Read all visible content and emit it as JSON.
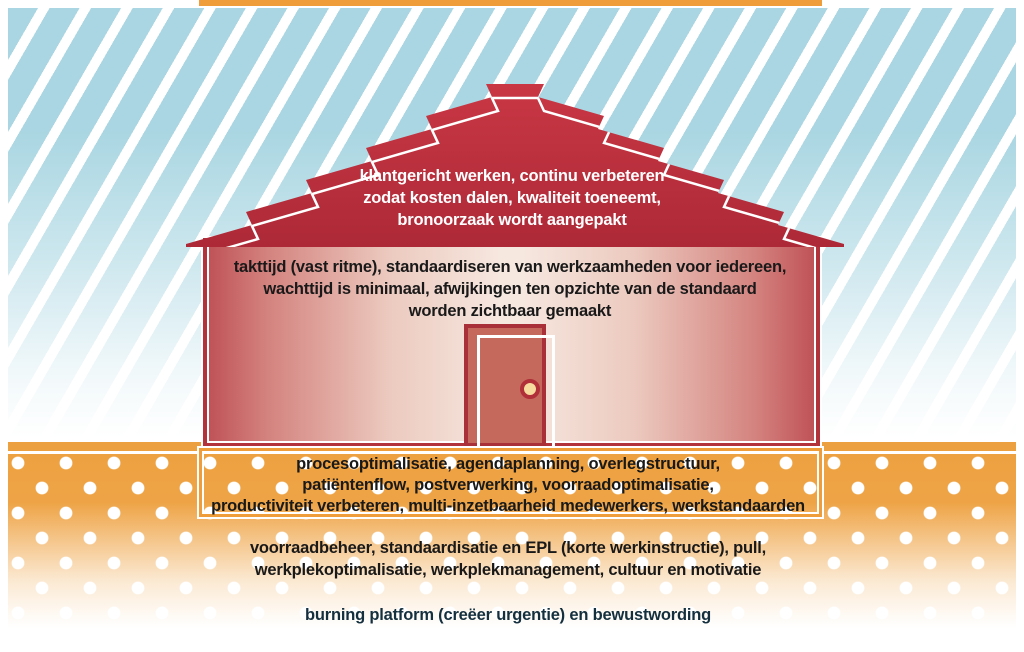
{
  "house": {
    "roof_text": [
      "klantgericht werken, continu verbeteren",
      "zodat kosten dalen, kwaliteit toeneemt,",
      "bronoorzaak wordt aangepakt"
    ],
    "wall_text": [
      "takttijd (vast ritme), standaardiseren van werkzaamheden voor iedereen,",
      "wachttijd is minimaal, afwijkingen ten opzichte van de standaard",
      "worden zichtbaar gemaakt"
    ],
    "foundation_layer_1": [
      "procesoptimalisatie, agendaplanning, overlegstructuur,",
      "patiëntenflow, postverwerking, voorraadoptimalisatie,",
      "productiviteit verbeteren, multi-inzetbaarheid medewerkers, werkstandaarden"
    ],
    "foundation_layer_2": [
      "voorraadbeheer, standaardisatie en EPL (korte werkinstructie), pull,",
      "werkplekoptimalisatie, werkplekmanagement, cultuur en motivatie"
    ],
    "base_text": "burning platform (creëer urgentie) en bewustwording"
  },
  "colors": {
    "roof_red": "#c0303e",
    "wall_border_red": "#b2333c",
    "door_fill": "#c6695d",
    "sky_blue": "#a9d6e2",
    "ground_orange": "#efa041",
    "foundation_border_orange": "#ef9d3b",
    "base_border_blue": "#1e6a98",
    "base_fill_blue": "#a6d6e2",
    "text_dark": "#191919",
    "roof_text_white": "#ffffff"
  }
}
